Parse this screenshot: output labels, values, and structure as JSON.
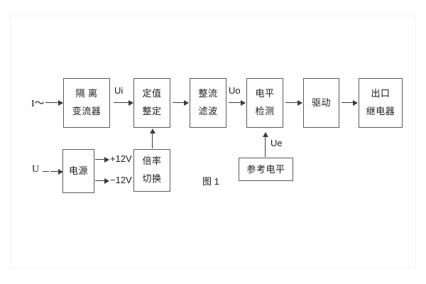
{
  "figure": {
    "caption": "图 1",
    "blocks": [
      {
        "id": "isolation-ct",
        "lines": [
          "隔 离",
          "变流器"
        ]
      },
      {
        "id": "setting-value",
        "lines": [
          "定值",
          "整定"
        ]
      },
      {
        "id": "rectify-filter",
        "lines": [
          "整流",
          "滤波"
        ]
      },
      {
        "id": "level-detect",
        "lines": [
          "电平",
          "检测"
        ]
      },
      {
        "id": "drive",
        "lines": [
          "驱动"
        ]
      },
      {
        "id": "output-relay",
        "lines": [
          "出口",
          "继电器"
        ]
      },
      {
        "id": "power-supply",
        "lines": [
          "电源"
        ]
      },
      {
        "id": "multiplier-switch",
        "lines": [
          "倍率",
          "切换"
        ]
      },
      {
        "id": "reference-level",
        "lines": [
          "参考电平"
        ]
      }
    ],
    "signals": {
      "input_current": "I～",
      "input_voltage": "U",
      "ui": "Ui",
      "uo": "Uo",
      "ue": "Ue",
      "rail_positive": "+12V",
      "rail_negative": "−12V"
    },
    "colors": {
      "box_border": "#5a5a5a",
      "connector": "#3b3b3b",
      "text": "#1a1a1a",
      "background": "#ffffff"
    }
  }
}
